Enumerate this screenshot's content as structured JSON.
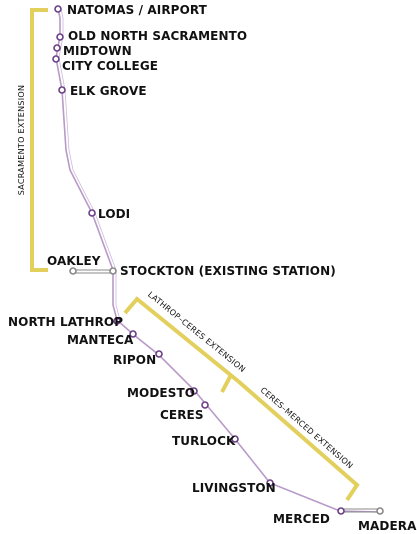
{
  "colors": {
    "route": "#b79ac8",
    "station": "#6a3d86",
    "existing": "#888888",
    "extension_bracket": "#e3cf5c"
  },
  "stations": [
    {
      "id": "natomas",
      "label": "NATOMAS / AIRPORT"
    },
    {
      "id": "old-north-sacramento",
      "label": "OLD NORTH SACRAMENTO"
    },
    {
      "id": "midtown",
      "label": "MIDTOWN"
    },
    {
      "id": "city-college",
      "label": "CITY COLLEGE"
    },
    {
      "id": "elk-grove",
      "label": "ELK GROVE"
    },
    {
      "id": "lodi",
      "label": "LODI"
    },
    {
      "id": "oakley",
      "label": "OAKLEY"
    },
    {
      "id": "stockton",
      "label": "STOCKTON (EXISTING STATION)"
    },
    {
      "id": "north-lathrop",
      "label": "NORTH LATHROP"
    },
    {
      "id": "manteca",
      "label": "MANTECA"
    },
    {
      "id": "ripon",
      "label": "RIPON"
    },
    {
      "id": "modesto",
      "label": "MODESTO"
    },
    {
      "id": "ceres",
      "label": "CERES"
    },
    {
      "id": "turlock",
      "label": "TURLOCK"
    },
    {
      "id": "livingston",
      "label": "LIVINGSTON"
    },
    {
      "id": "merced",
      "label": "MERCED"
    },
    {
      "id": "madera",
      "label": "MADERA"
    }
  ],
  "extensions": {
    "sacramento": "SACRAMENTO EXTENSION",
    "lathrop_ceres": "LATHROP–CERES EXTENSION",
    "ceres_merced": "CERES–MERCED EXTENSION"
  }
}
